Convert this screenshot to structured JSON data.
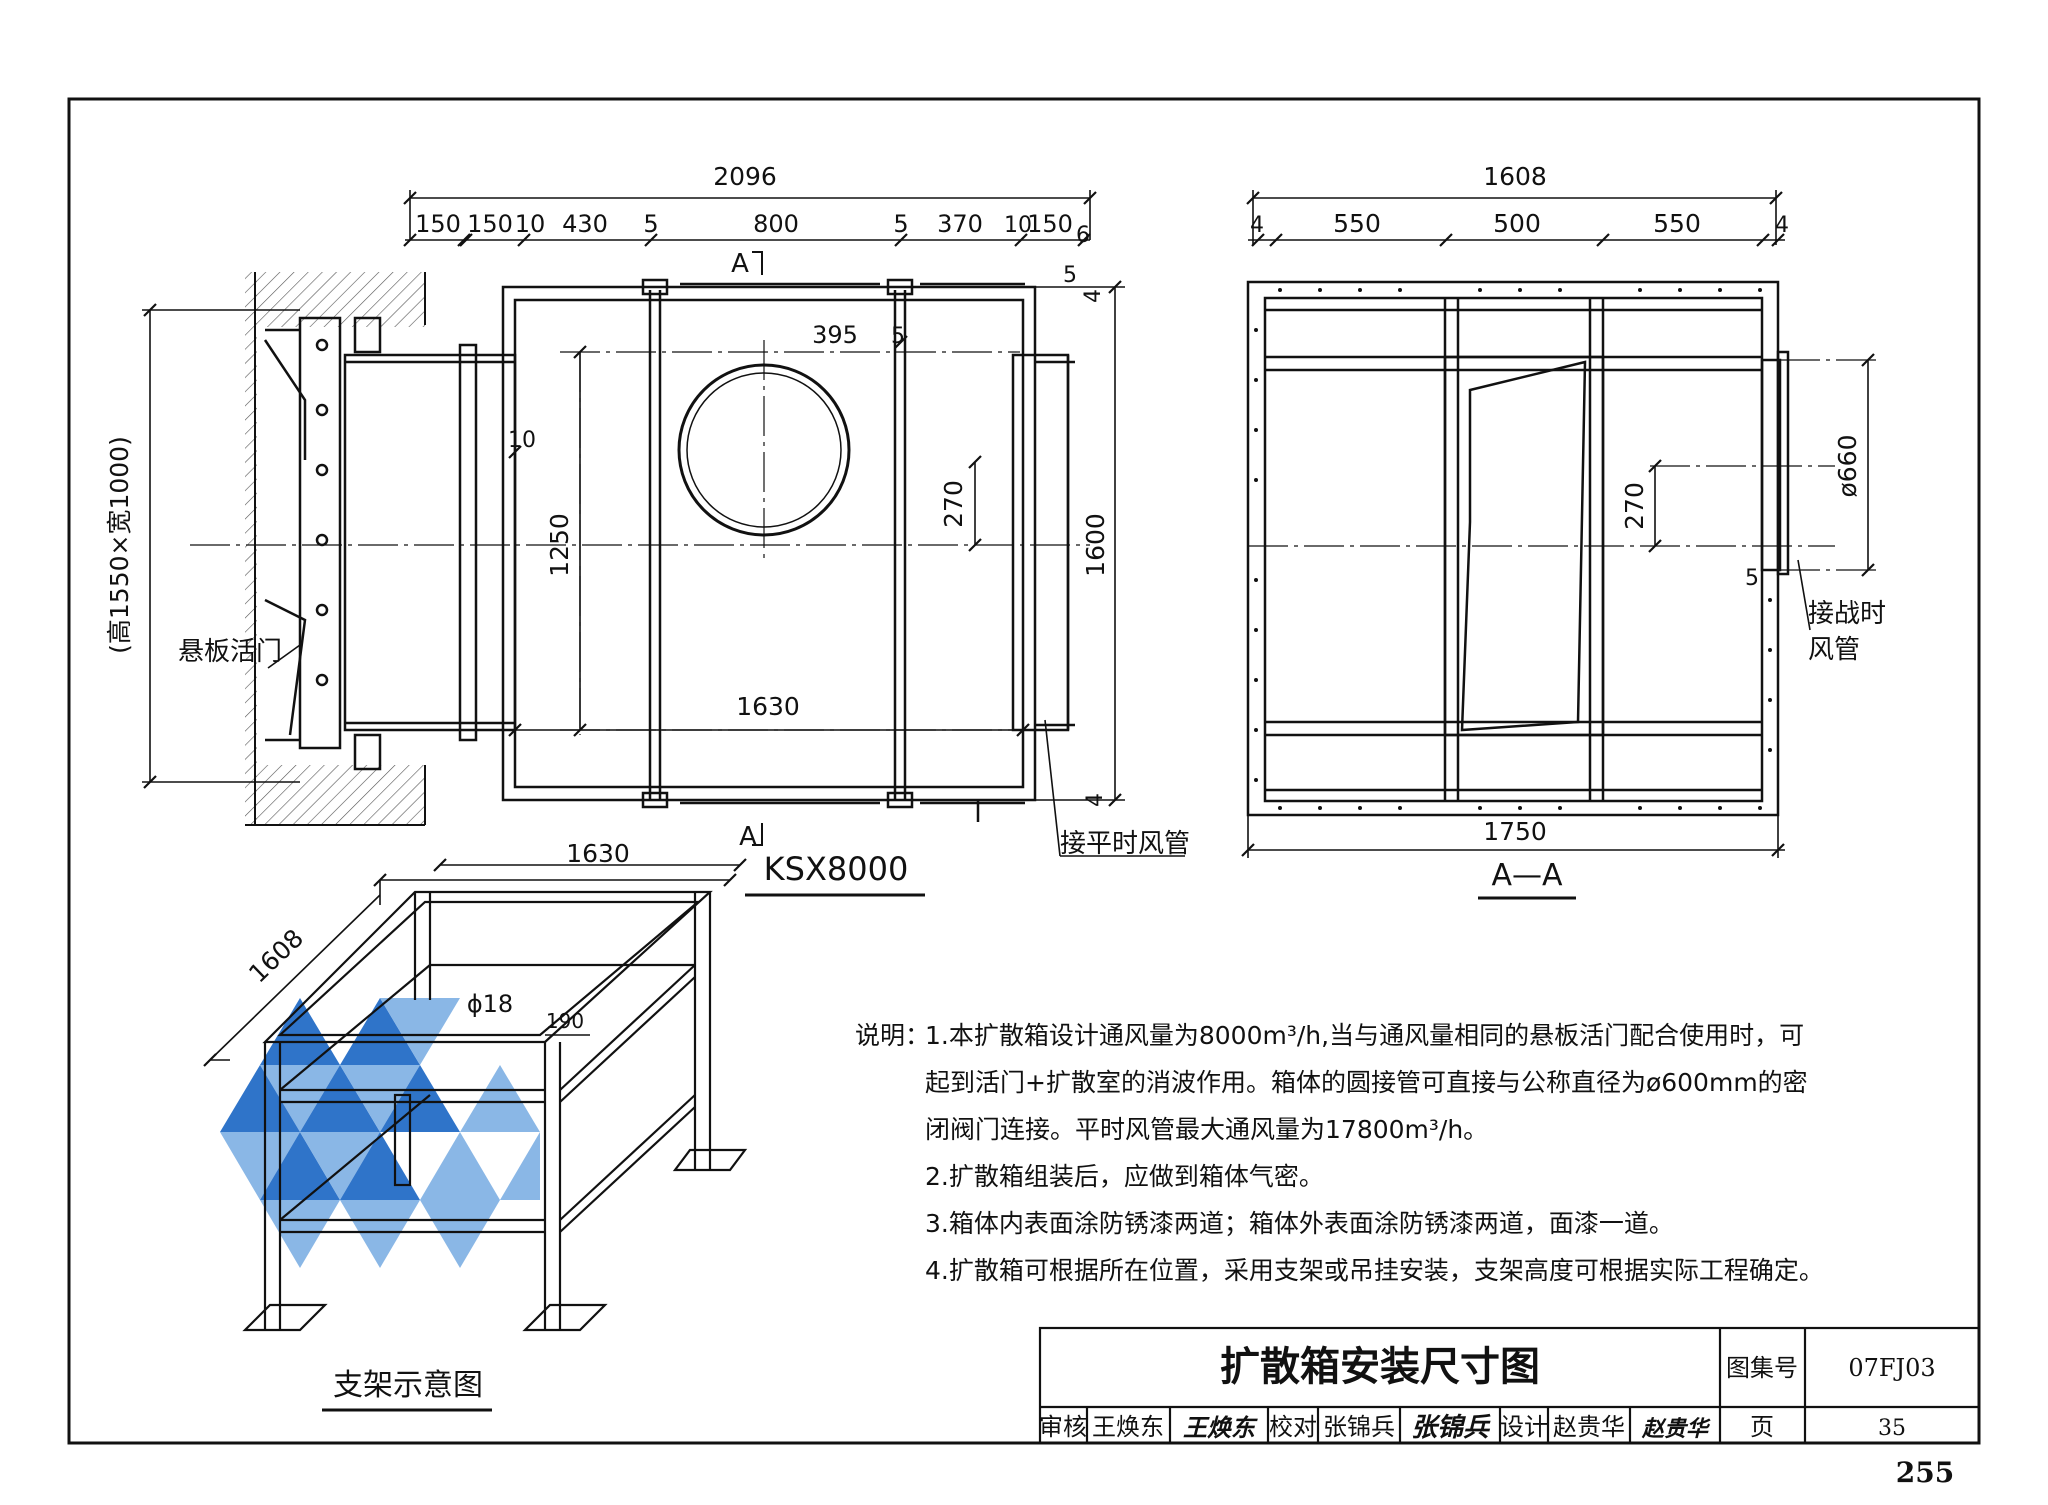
{
  "dimensions": {
    "plan_total": "2096",
    "plan_segments": [
      "150",
      "150",
      "10",
      "430",
      "5",
      "800",
      "5",
      "370",
      "10",
      "150",
      "6"
    ],
    "plan_side_5": "5",
    "plan_right_4_top": "4",
    "plan_right_4_bottom": "4",
    "plan_395": "395",
    "plan_5_mid": "5",
    "plan_10": "10",
    "plan_1250": "1250",
    "plan_270": "270",
    "plan_1600": "1600",
    "plan_1630": "1630",
    "section_total": "1608",
    "section_segments": [
      "4",
      "550",
      "500",
      "550",
      "4"
    ],
    "section_270": "270",
    "section_660": "ø660",
    "section_5": "5",
    "section_1750": "1750",
    "stand_1630": "1630",
    "stand_1608": "1608",
    "stand_phi18": "ϕ18",
    "stand_190": "190"
  },
  "labels": {
    "wall_opening": "(高1550×宽1000)",
    "louver_valve": "悬板活门",
    "section_mark_top": "A",
    "section_mark_bottom": "A",
    "model": "KSX8000",
    "peacetime_duct": "接平时风管",
    "wartime_duct_line1": "接战时",
    "wartime_duct_line2": "风管",
    "section_title": "A—A",
    "stand_title": "支架示意图"
  },
  "notes": {
    "prefix": "说明：",
    "lines": [
      "1.本扩散箱设计通风量为8000m³/h,当与通风量相同的悬板活门配合使用时，可",
      "起到活门+扩散室的消波作用。箱体的圆接管可直接与公称直径为ø600mm的密",
      "闭阀门连接。平时风管最大通风量为17800m³/h。",
      "2.扩散箱组装后，应做到箱体气密。",
      "3.箱体内表面涂防锈漆两道；箱体外表面涂防锈漆两道，面漆一道。",
      "4.扩散箱可根据所在位置，采用支架或吊挂安装，支架高度可根据实际工程确定。"
    ]
  },
  "title_block": {
    "title": "扩散箱安装尺寸图",
    "atlas_label": "图集号",
    "atlas_value": "07FJ03",
    "reviewer_label": "审核",
    "reviewer_name": "王焕东",
    "reviewer_sign": "王焕东",
    "checker_label": "校对",
    "checker_name": "张锦兵",
    "checker_sign": "张锦兵",
    "designer_label": "设计",
    "designer_name": "赵贵华",
    "designer_sign": "赵贵华",
    "page_label": "页",
    "page_value": "35"
  },
  "book_page": "255",
  "colors": {
    "ink": "#111111",
    "hatch": "#444444",
    "watermark_dark": "#2f74c9",
    "watermark_light": "#8ab7e6"
  }
}
